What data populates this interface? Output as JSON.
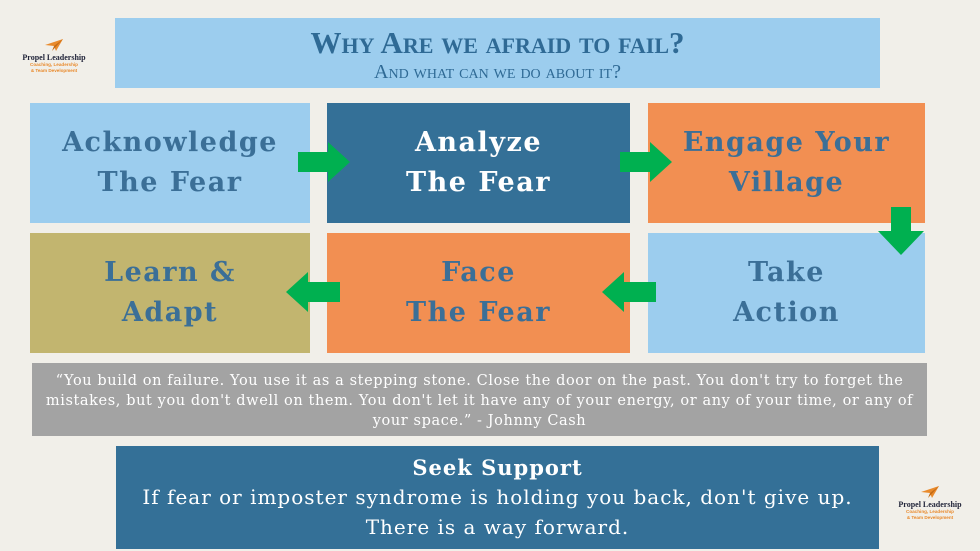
{
  "title": {
    "main": "Why Are we afraid to fail?",
    "sub": "And what can we do about it?"
  },
  "logo": {
    "name": "Propel Leadership",
    "tagline_1": "Coaching, Leadership",
    "tagline_2": "& Team Development",
    "icon": "paper-plane-icon",
    "color": "#e98a2c"
  },
  "steps": [
    {
      "label": "Acknowledge\nThe Fear"
    },
    {
      "label": "Analyze\nThe Fear"
    },
    {
      "label": "Engage Your\nVillage"
    },
    {
      "label": "Take\nAction"
    },
    {
      "label": "Face\nThe Fear"
    },
    {
      "label": "Learn &\nAdapt"
    }
  ],
  "quote": "“You build on failure. You use it as a stepping stone. Close the door on the past. You don't try to forget the mistakes, but you don't dwell on them. You don't let it have any of your energy, or any of your time, or any of your space.” - Johnny Cash",
  "support": {
    "title": "Seek Support",
    "line_1": "If fear or imposter syndrome is holding you back, don't give up.",
    "line_2": "There is a way forward."
  },
  "colors": {
    "light_blue": "#9ccdee",
    "dark_blue": "#347097",
    "orange": "#f28f52",
    "khaki": "#c2b56f",
    "arrow_green": "#00b050",
    "quote_gray": "#a3a3a3",
    "background": "#f1efe9"
  }
}
